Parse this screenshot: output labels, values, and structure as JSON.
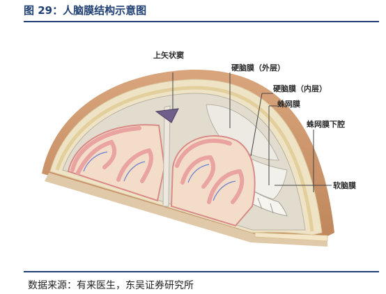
{
  "figure": {
    "title": "图 29：人脑膜结构示意图",
    "source": "数据来源：有来医生，东吴证券研究所"
  },
  "labels": {
    "superior_sagittal_sinus": "上矢状窦",
    "dura_outer": "硬脑膜（外层）",
    "dura_inner": "硬脑膜（内层）",
    "arachnoid": "蛛网膜",
    "subarachnoid_space": "蛛网膜下腔",
    "pia_mater": "软脑膜"
  },
  "colors": {
    "title_blue": "#1f3f73",
    "skin": "#cf9a70",
    "bone": "#efe3c6",
    "dura": "#ded8cc",
    "cortex": "#e9a3a0",
    "white_matter": "#f3ddc8"
  }
}
